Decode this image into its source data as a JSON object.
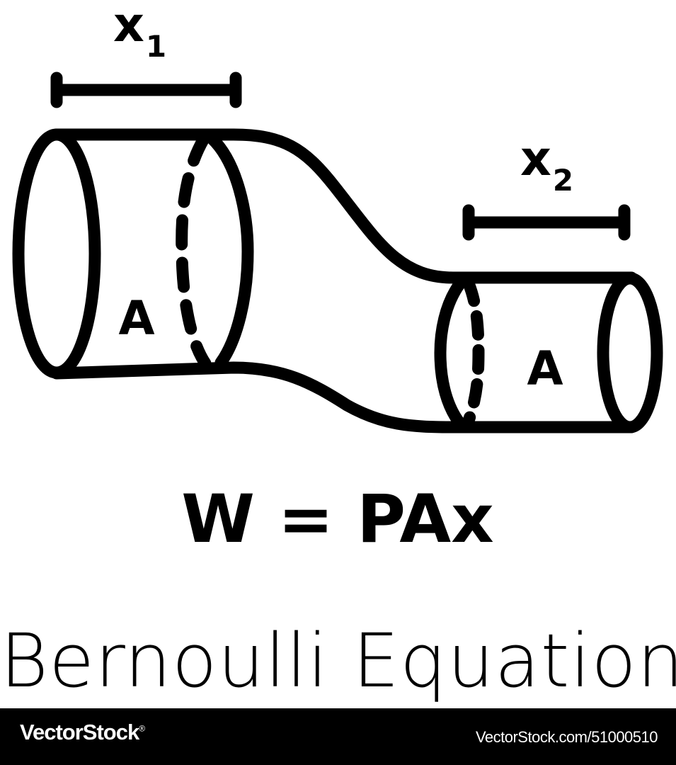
{
  "diagram": {
    "label_x1": "x",
    "label_x1_sub": "1",
    "label_x2": "x",
    "label_x2_sub": "2",
    "area_label_left": "A",
    "area_label_right": "A",
    "equation": "W = PAx"
  },
  "title": "Bernoulli Equation",
  "footer": {
    "brand": "VectorStock",
    "brand_mark": "®",
    "stock_id": "VectorStock.com/51000510"
  },
  "colors": {
    "stroke": "#000000",
    "background": "#ffffff",
    "footer_bg": "#000000",
    "footer_text": "#ffffff"
  }
}
